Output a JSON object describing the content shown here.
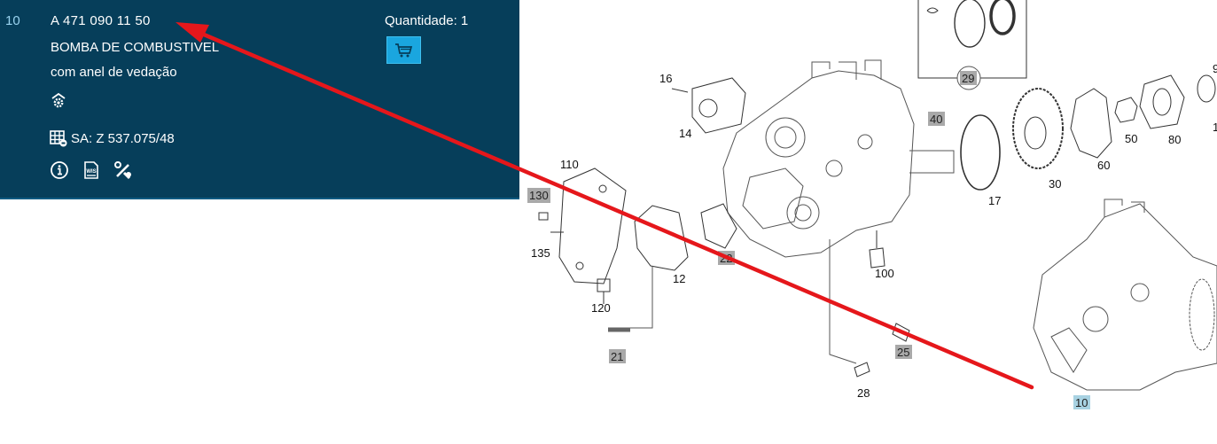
{
  "part": {
    "position": "10",
    "number": "A 471 090 11 50",
    "name": "BOMBA DE COMBUSTIVEL",
    "description": "com anel de vedação",
    "sa_label": "SA: Z 537.075/48",
    "quantity_label": "Quantidade: 1"
  },
  "icons": {
    "assembly": "gear-hat-icon",
    "sa": "grid-table-icon",
    "info": "info-icon",
    "wis": "wis-document-icon",
    "tools": "tools-icon",
    "cart": "cart-icon"
  },
  "diagram": {
    "callouts": [
      "16",
      "14",
      "40",
      "17",
      "30",
      "60",
      "50",
      "80",
      "110",
      "12",
      "100",
      "120",
      "135",
      "28",
      "9",
      "1"
    ],
    "boxed_callouts": [
      "29",
      "130",
      "22",
      "21",
      "25",
      "10"
    ],
    "highlighted_callout": "10"
  },
  "colors": {
    "panel_bg": "#063e5a",
    "cart_button": "#1aa6df",
    "arrow": "#e5171b",
    "callout_box": "#a9a9a9",
    "highlight_box": "#a8d2e2"
  }
}
